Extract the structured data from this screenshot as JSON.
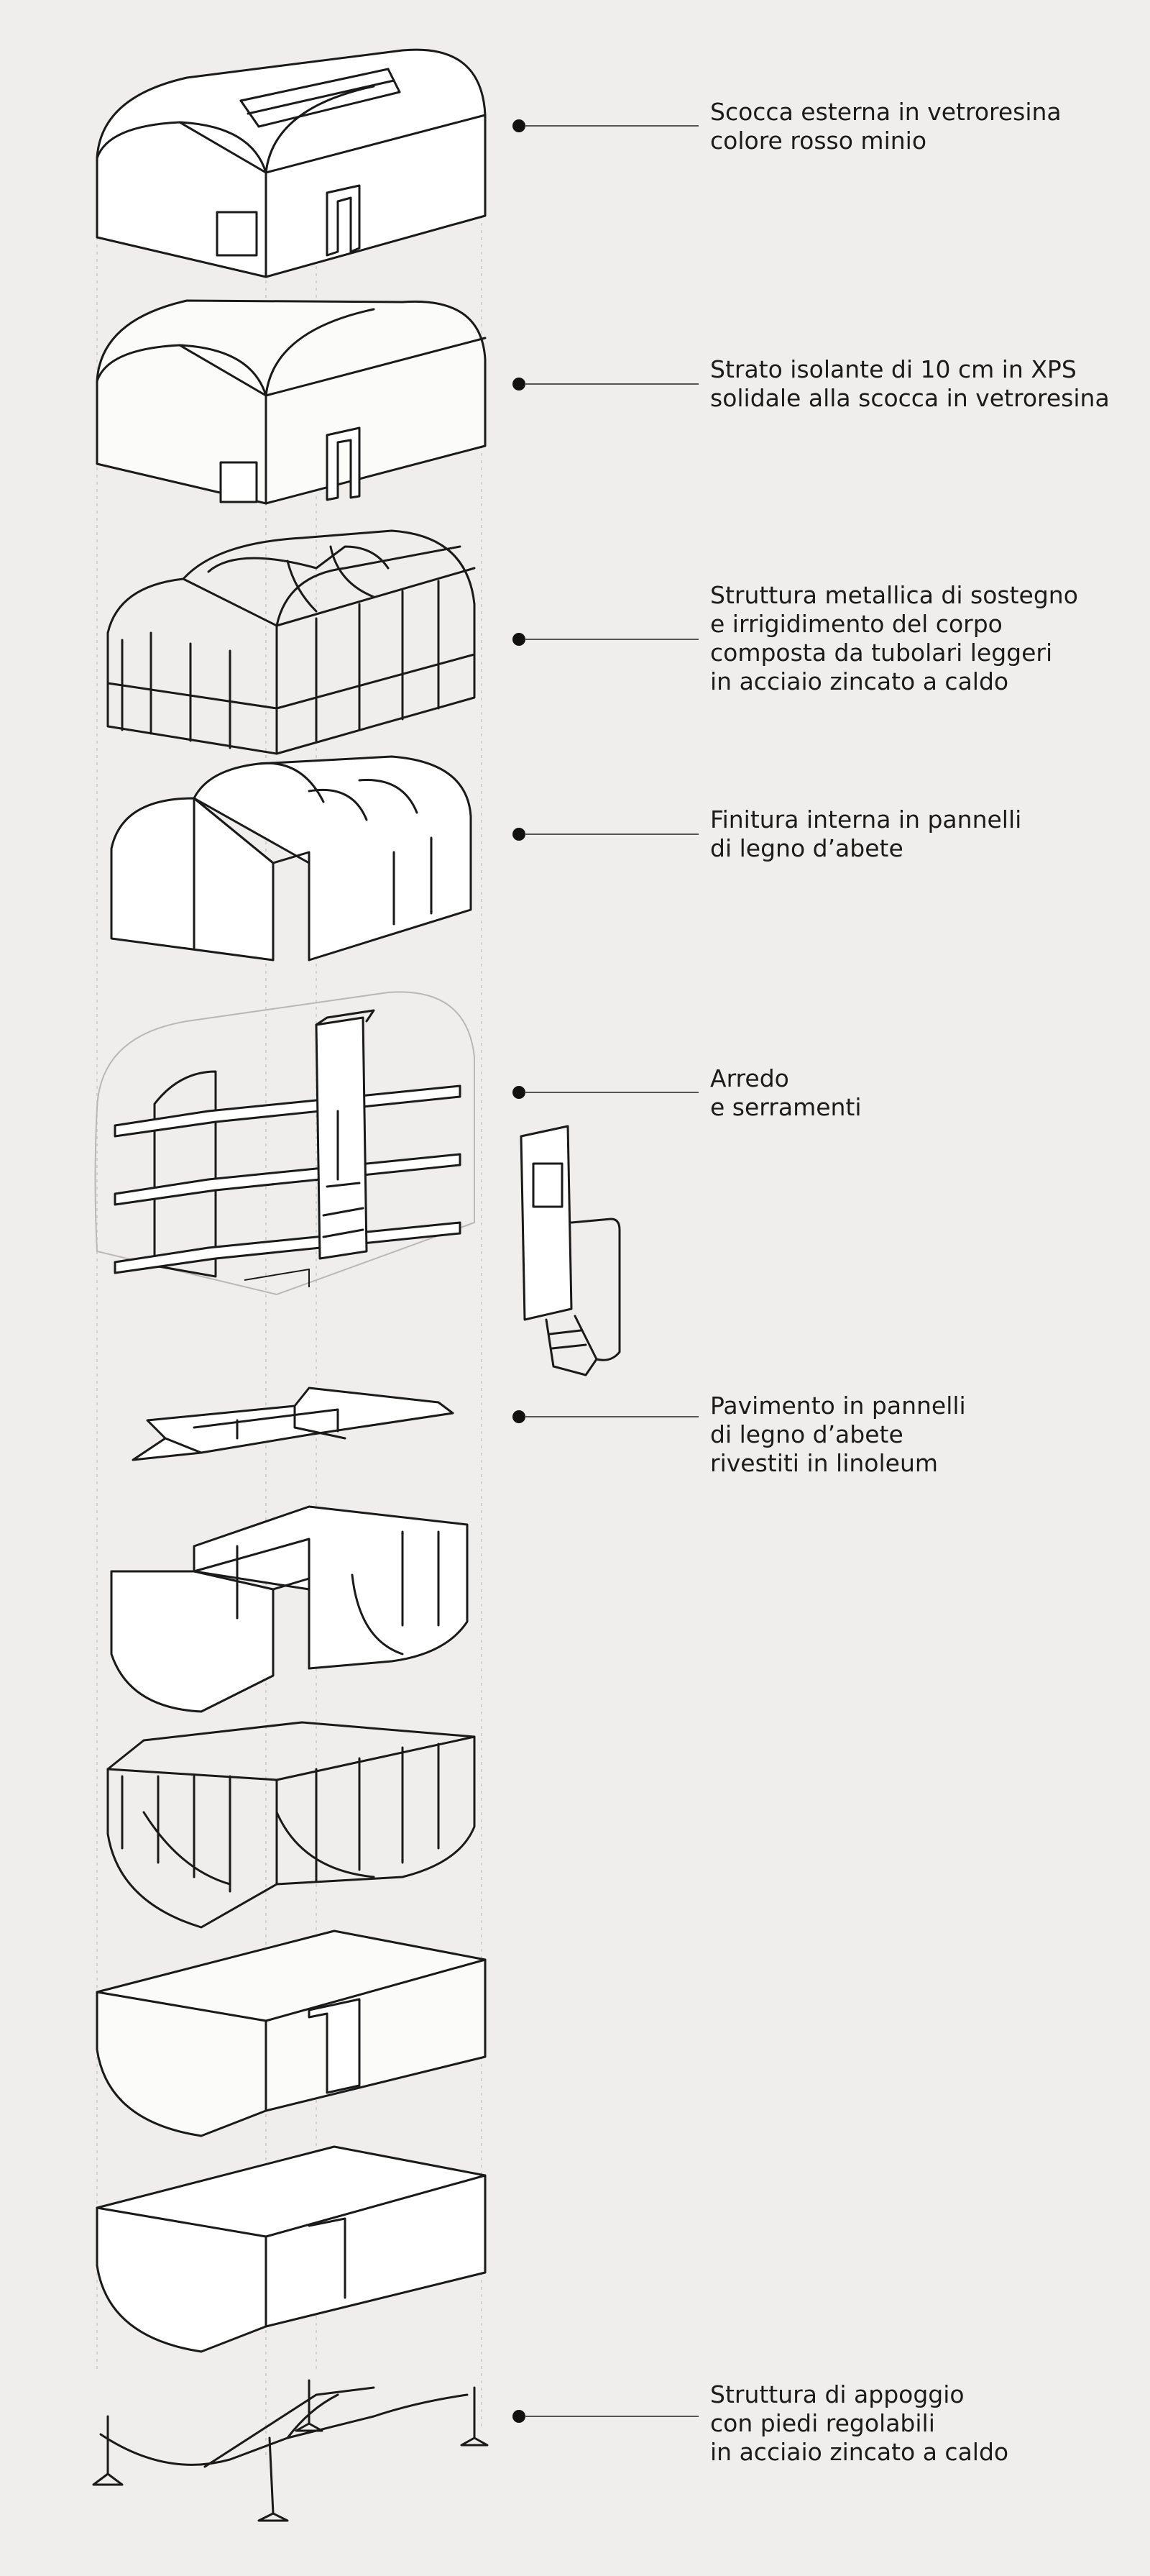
{
  "labels": [
    {
      "id": "shell",
      "lines": [
        "Scocca esterna in vetroresina",
        "colore rosso minio"
      ]
    },
    {
      "id": "insulation",
      "lines": [
        "Strato isolante di 10 cm in XPS",
        "solidale alla scocca in vetroresina"
      ]
    },
    {
      "id": "frame",
      "lines": [
        "Struttura metallica di sostegno",
        "e irrigidimento del corpo",
        "composta da tubolari leggeri",
        "in acciaio zincato a caldo"
      ]
    },
    {
      "id": "lining",
      "lines": [
        "Finitura interna in pannelli",
        "di legno d’abete"
      ]
    },
    {
      "id": "furniture",
      "lines": [
        "Arredo",
        "e serramenti"
      ]
    },
    {
      "id": "floor",
      "lines": [
        "Pavimento in pannelli",
        "di legno d’abete",
        "rivestiti in linoleum"
      ]
    },
    {
      "id": "support",
      "lines": [
        "Struttura di appoggio",
        "con piedi regolabili",
        "in acciaio zincato a caldo"
      ]
    }
  ],
  "colors": {
    "background": "#efeeec",
    "line": "#1a1a1a",
    "fill": "#ffffff",
    "ghost": "#b9b8b5"
  }
}
